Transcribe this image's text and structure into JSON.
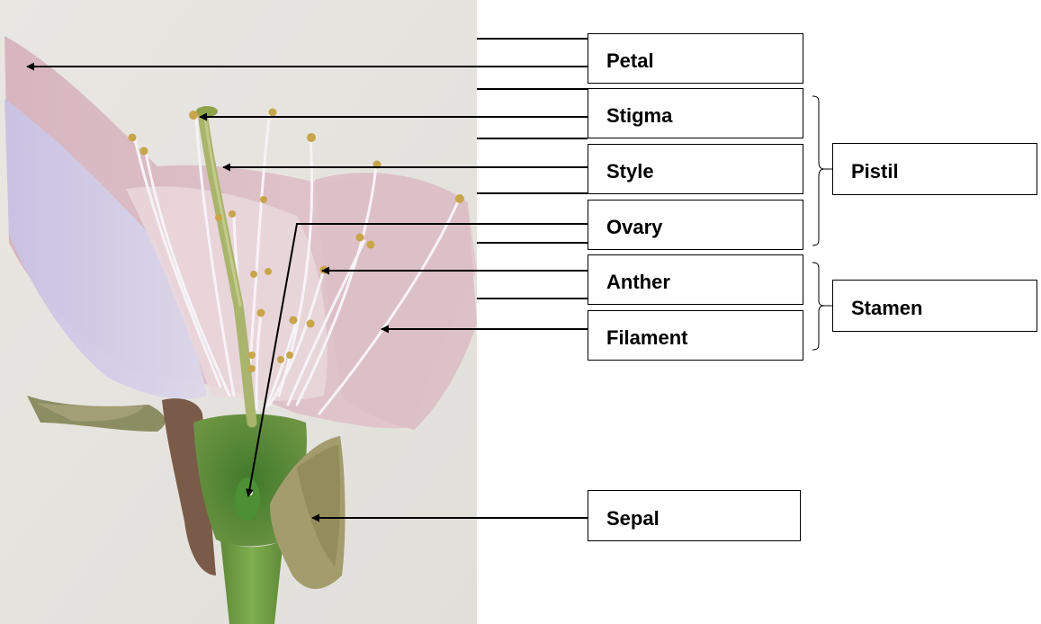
{
  "labels": {
    "petal": "Petal",
    "stigma": "Stigma",
    "style": "Style",
    "ovary": "Ovary",
    "anther": "Anther",
    "filament": "Filament",
    "sepal": "Sepal"
  },
  "groups": {
    "pistil": "Pistil",
    "stamen": "Stamen"
  },
  "photo": {
    "subject": "cross-section-of-pink-flower",
    "colors": {
      "background": "#e6e4e0",
      "petal_pink": "#d9b8c2",
      "petal_lavender": "#cdc6e2",
      "filament_white": "#f4f1f6",
      "anther_yellow": "#c9a64a",
      "style_green": "#a8b46a",
      "sepal_green": "#8e925a",
      "stem_green": "#6f9a45"
    }
  }
}
